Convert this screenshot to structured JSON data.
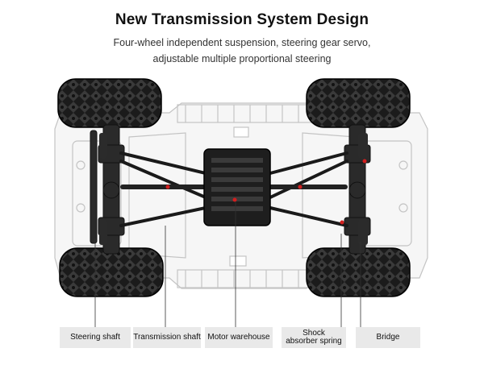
{
  "header": {
    "title": "New Transmission System Design",
    "subtitle_line1": "Four-wheel independent suspension, steering gear servo,",
    "subtitle_line2": "adjustable multiple proportional steering"
  },
  "labels": [
    {
      "text": "Steering shaft"
    },
    {
      "text": "Transmission shaft"
    },
    {
      "text": "Motor warehouse"
    },
    {
      "text": "Shock absorber spring"
    },
    {
      "text": "Bridge"
    }
  ],
  "colors": {
    "tire": "#1b1b1b",
    "metal": "#2a2a2a",
    "frame_line": "#bdbdbd",
    "accent_red": "#d21f1f",
    "label_bg": "#e9e9e9"
  }
}
